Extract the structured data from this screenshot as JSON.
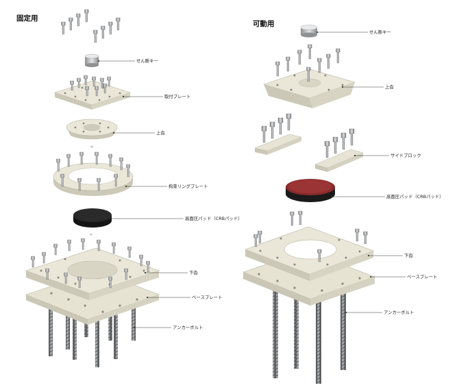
{
  "left": {
    "title": "固定用",
    "labels": {
      "shear_key": "せん断キー",
      "mount_plate": "取付プレート",
      "upper_shoe": "上沓",
      "restraint_ring": "拘束リングプレート",
      "pad": "高面圧パッド（CRBパッド）",
      "lower_shoe": "下沓",
      "base_plate": "ベースプレート",
      "anchor_bolt": "アンカーボルト"
    }
  },
  "right": {
    "title": "可動用",
    "labels": {
      "shear_key": "せん断キー",
      "upper_shoe": "上沓",
      "side_block": "サイドブロック",
      "pad": "高面圧パッド（CRBパッド）",
      "lower_shoe": "下沓",
      "base_plate": "ベースプレート",
      "anchor_bolt": "アンカーボルト"
    }
  },
  "colors": {
    "plate": "#e7e3d3",
    "plate_side": "#c9c5b4",
    "steel": "#b7b9bb",
    "pad_black": "#1d1d1d",
    "pad_red": "#8a2a2a"
  }
}
